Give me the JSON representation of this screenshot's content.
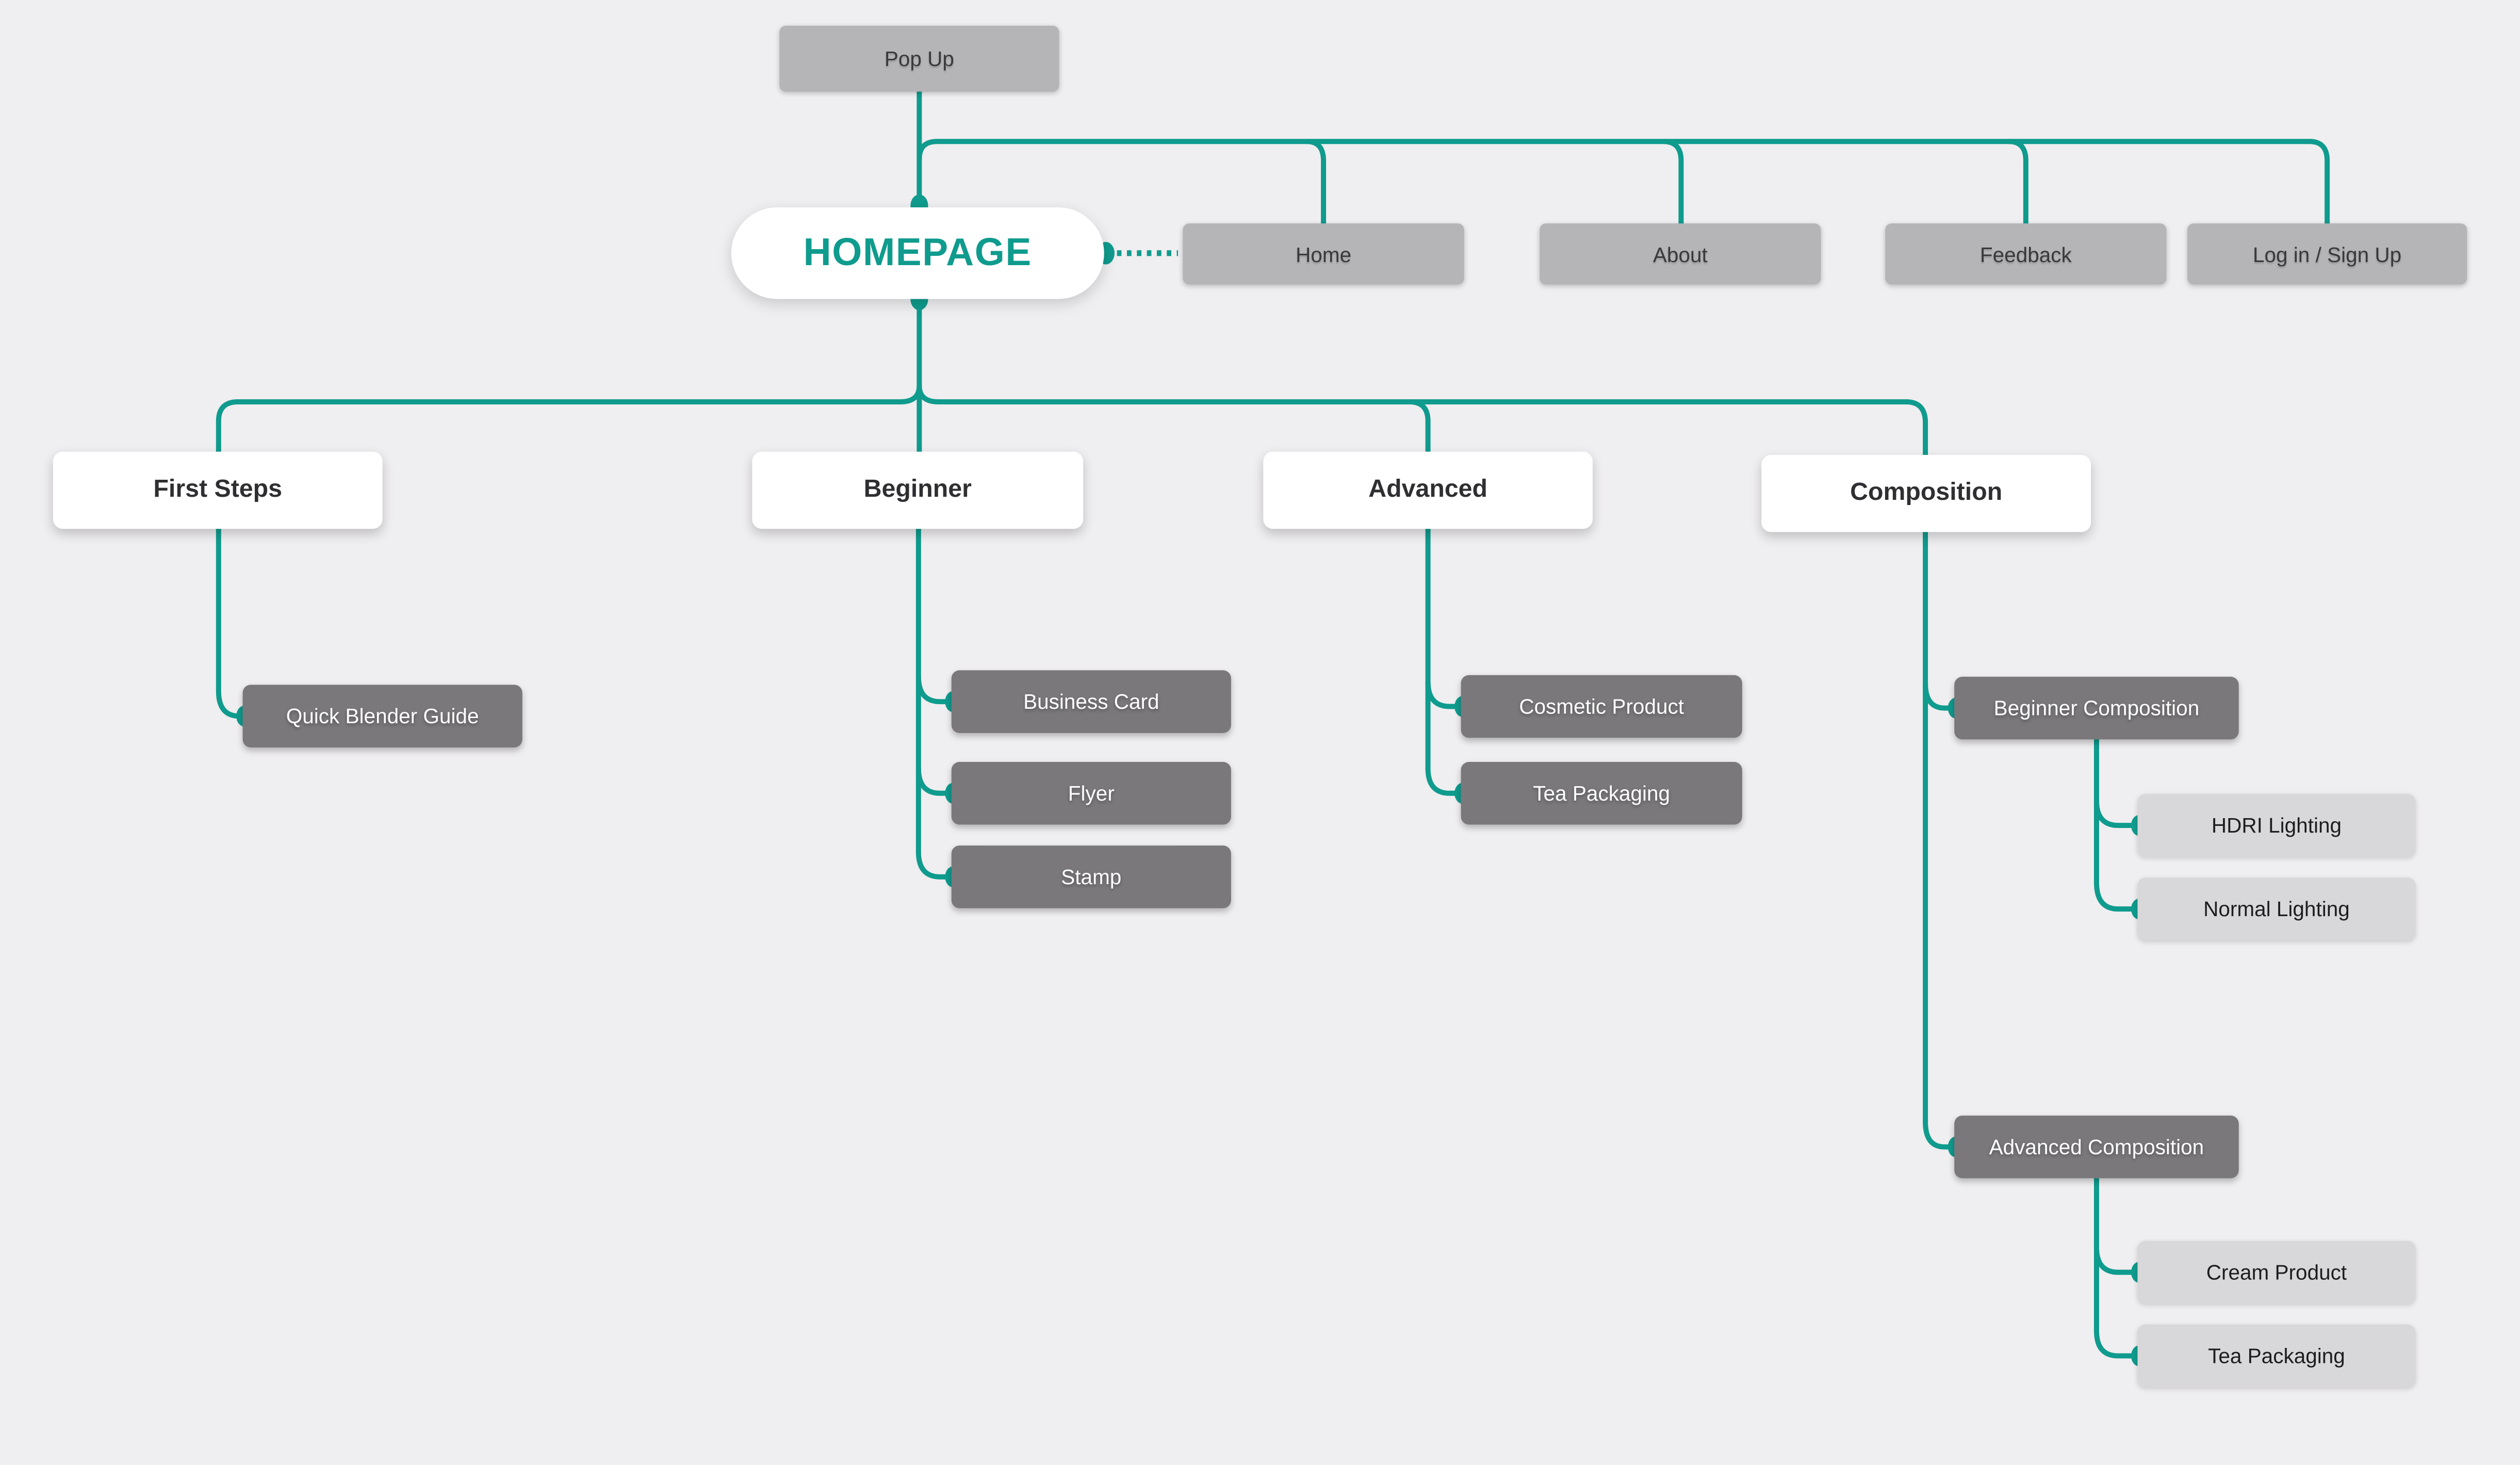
{
  "colors": {
    "background": "#efeef0",
    "teal": "#0f9b8d",
    "gray_box": "#b5b4b6",
    "dark_box": "#7a787b",
    "light_box": "#d8d7d9",
    "white_box": "#ffffff"
  },
  "nodes": {
    "popup": {
      "label": "Pop Up"
    },
    "homepage": {
      "label": "HOMEPAGE"
    },
    "home": {
      "label": "Home"
    },
    "about": {
      "label": "About"
    },
    "feedback": {
      "label": "Feedback"
    },
    "login": {
      "label": "Log in / Sign Up"
    },
    "first_steps": {
      "label": "First Steps"
    },
    "beginner": {
      "label": "Beginner"
    },
    "advanced": {
      "label": "Advanced"
    },
    "composition": {
      "label": "Composition"
    },
    "quick_blender_guide": {
      "label": "Quick Blender Guide"
    },
    "business_card": {
      "label": "Business Card"
    },
    "flyer": {
      "label": "Flyer"
    },
    "stamp": {
      "label": "Stamp"
    },
    "cosmetic_product": {
      "label": "Cosmetic Product"
    },
    "tea_packaging_advanced": {
      "label": "Tea Packaging"
    },
    "beginner_composition": {
      "label": "Beginner Composition"
    },
    "hdri_lighting": {
      "label": "HDRI Lighting"
    },
    "normal_lighting": {
      "label": "Normal Lighting"
    },
    "advanced_composition": {
      "label": "Advanced Composition"
    },
    "cream_product": {
      "label": "Cream Product"
    },
    "tea_packaging_composition": {
      "label": "Tea Packaging"
    }
  },
  "edges": [
    {
      "from": "popup",
      "to": "homepage",
      "style": "solid"
    },
    {
      "from": "popup",
      "to": "home",
      "style": "solid"
    },
    {
      "from": "popup",
      "to": "about",
      "style": "solid"
    },
    {
      "from": "popup",
      "to": "feedback",
      "style": "solid"
    },
    {
      "from": "popup",
      "to": "login",
      "style": "solid"
    },
    {
      "from": "homepage",
      "to": "home",
      "style": "dotted"
    },
    {
      "from": "homepage",
      "to": "first_steps",
      "style": "solid"
    },
    {
      "from": "homepage",
      "to": "beginner",
      "style": "solid"
    },
    {
      "from": "homepage",
      "to": "advanced",
      "style": "solid"
    },
    {
      "from": "homepage",
      "to": "composition",
      "style": "solid"
    },
    {
      "from": "first_steps",
      "to": "quick_blender_guide",
      "style": "solid"
    },
    {
      "from": "beginner",
      "to": "business_card",
      "style": "solid"
    },
    {
      "from": "beginner",
      "to": "flyer",
      "style": "solid"
    },
    {
      "from": "beginner",
      "to": "stamp",
      "style": "solid"
    },
    {
      "from": "advanced",
      "to": "cosmetic_product",
      "style": "solid"
    },
    {
      "from": "advanced",
      "to": "tea_packaging_advanced",
      "style": "solid"
    },
    {
      "from": "composition",
      "to": "beginner_composition",
      "style": "solid"
    },
    {
      "from": "composition",
      "to": "advanced_composition",
      "style": "solid"
    },
    {
      "from": "beginner_composition",
      "to": "hdri_lighting",
      "style": "solid"
    },
    {
      "from": "beginner_composition",
      "to": "normal_lighting",
      "style": "solid"
    },
    {
      "from": "advanced_composition",
      "to": "cream_product",
      "style": "solid"
    },
    {
      "from": "advanced_composition",
      "to": "tea_packaging_composition",
      "style": "solid"
    }
  ]
}
